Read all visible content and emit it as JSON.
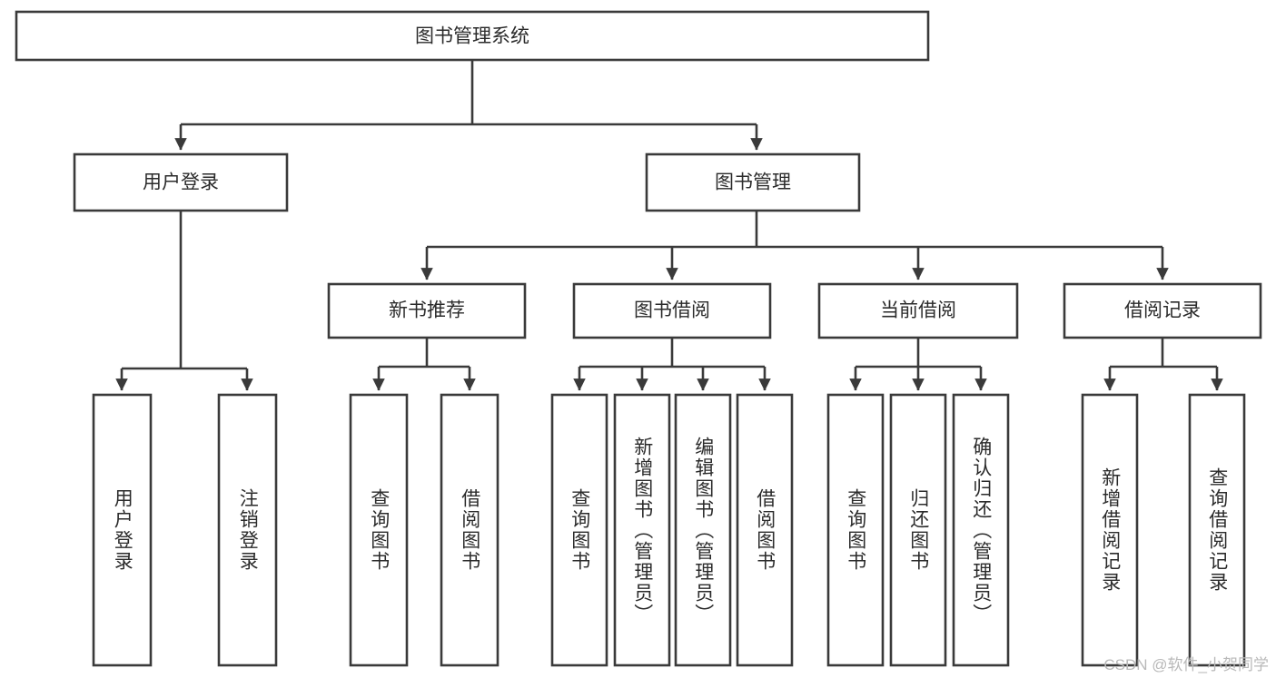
{
  "diagram": {
    "title": "图书管理系统",
    "type": "tree",
    "watermark": "CSDN @软件_小贺同学",
    "colors": {
      "stroke": "#3a3a3a",
      "fill": "#ffffff",
      "text": "#2b2b2b",
      "watermark": "#b9b9b9",
      "background": "#ffffff"
    },
    "levels": {
      "root": {
        "label": "图书管理系统"
      },
      "level2": [
        {
          "id": "user-login",
          "label": "用户登录"
        },
        {
          "id": "book-manage",
          "label": "图书管理"
        }
      ],
      "level3": [
        {
          "id": "new-book-recommend",
          "label": "新书推荐",
          "parent": "book-manage"
        },
        {
          "id": "book-borrow",
          "label": "图书借阅",
          "parent": "book-manage"
        },
        {
          "id": "current-borrow",
          "label": "当前借阅",
          "parent": "book-manage"
        },
        {
          "id": "borrow-record",
          "label": "借阅记录",
          "parent": "book-manage"
        }
      ],
      "leaves": [
        {
          "id": "leaf-user-login",
          "label": "用户登录",
          "parent": "user-login"
        },
        {
          "id": "leaf-logout",
          "label": "注销登录",
          "parent": "user-login"
        },
        {
          "id": "leaf-query-book-1",
          "label": "查询图书",
          "parent": "new-book-recommend"
        },
        {
          "id": "leaf-borrow-book-1",
          "label": "借阅图书",
          "parent": "new-book-recommend"
        },
        {
          "id": "leaf-query-book-2",
          "label": "查询图书",
          "parent": "book-borrow"
        },
        {
          "id": "leaf-add-book",
          "label": "新增图书（管理员）",
          "parent": "book-borrow"
        },
        {
          "id": "leaf-edit-book",
          "label": "编辑图书（管理员）",
          "parent": "book-borrow"
        },
        {
          "id": "leaf-borrow-book-2",
          "label": "借阅图书",
          "parent": "book-borrow"
        },
        {
          "id": "leaf-query-book-3",
          "label": "查询图书",
          "parent": "current-borrow"
        },
        {
          "id": "leaf-return-book",
          "label": "归还图书",
          "parent": "current-borrow"
        },
        {
          "id": "leaf-confirm-return",
          "label": "确认归还（管理员）",
          "parent": "current-borrow"
        },
        {
          "id": "leaf-add-record",
          "label": "新增借阅记录",
          "parent": "borrow-record"
        },
        {
          "id": "leaf-query-record",
          "label": "查询借阅记录",
          "parent": "borrow-record"
        }
      ]
    }
  }
}
